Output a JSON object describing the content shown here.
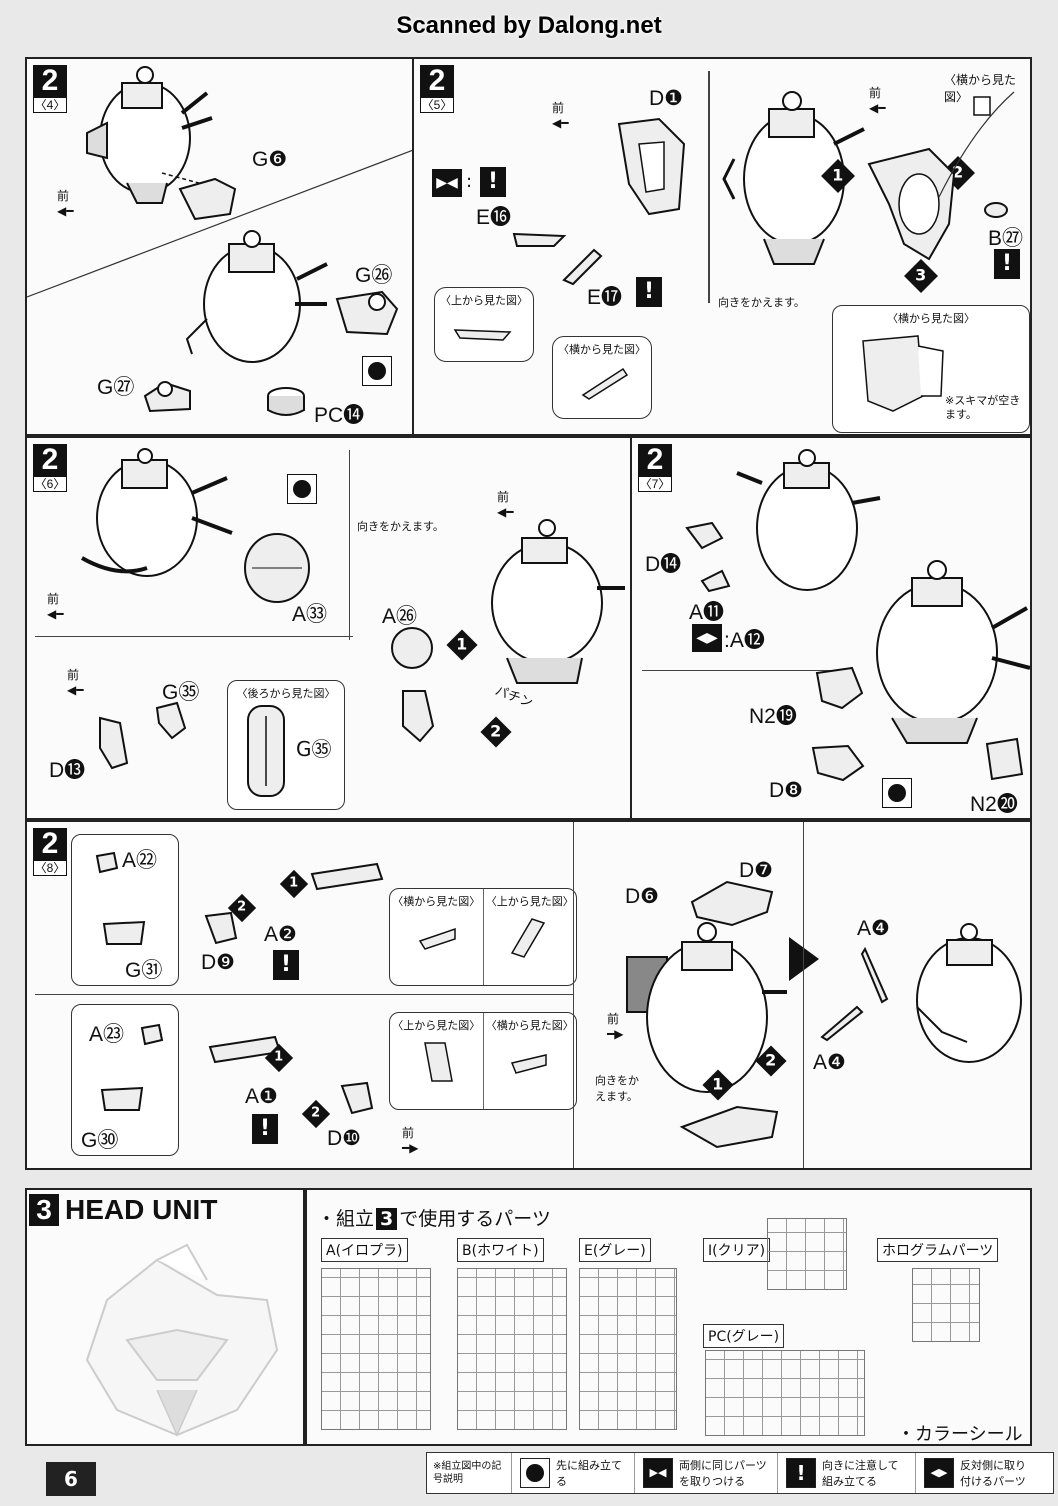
{
  "header": {
    "scan_credit": "Scanned by Dalong.net"
  },
  "steps": {
    "s4": {
      "num": "2",
      "sub": "〈4〉",
      "front": "前",
      "labels": {
        "g6": "G❻",
        "g26": "G㉖",
        "g27": "G㉗",
        "pc14": "PC⓮"
      }
    },
    "s5": {
      "num": "2",
      "sub": "〈5〉",
      "front": "前",
      "labels": {
        "d1": "D❶",
        "e16": "E⓰",
        "e17": "E⓱",
        "b27": "B㉗"
      },
      "sym_colon": ":",
      "view_top": "〈上から見た図〉",
      "view_side": "〈横から見た図〉",
      "view_side2": "〈横から見た図〉",
      "view_side3": "〈横から見た図〉",
      "turn_note": "向きをかえます。",
      "gap_note": "※スキマが空きます。",
      "nums": [
        "1",
        "2",
        "3"
      ]
    },
    "s6": {
      "num": "2",
      "sub": "〈6〉",
      "front": "前",
      "front2": "前",
      "front3": "前",
      "labels": {
        "a33": "A㉝",
        "a26": "A㉖",
        "g35": "G㉟",
        "g35b": "G㉟",
        "d13": "D⓭"
      },
      "view_back": "〈後ろから見た図〉",
      "turn_note": "向きをかえます。",
      "snap": "パチン",
      "nums": [
        "1",
        "2"
      ]
    },
    "s7": {
      "num": "2",
      "sub": "〈7〉",
      "labels": {
        "d14": "D⓮",
        "a11": "A⓫",
        "a12": ":A⓬",
        "n219": "N2⓳",
        "d8": "D❽",
        "n220": "N2⓴"
      }
    },
    "s8": {
      "num": "2",
      "sub": "〈8〉",
      "front": "前",
      "front2": "前",
      "labels": {
        "a22": "A㉒",
        "g31": "G㉛",
        "d9": "D❾",
        "a2": "A❷",
        "a23": "A㉓",
        "g30": "G㉚",
        "a1": "A❶",
        "d10": "D❿",
        "d6": "D❻",
        "d7": "D❼",
        "a4": "A❹",
        "a4b": "A❹"
      },
      "view_side": "〈横から見た図〉",
      "view_top": "〈上から見た図〉",
      "view_top2": "〈上から見た図〉",
      "view_side2": "〈横から見た図〉",
      "turn_note": "向きをかえます。",
      "nums": [
        "1",
        "2"
      ]
    }
  },
  "head_unit": {
    "num": "3",
    "title": "HEAD UNIT",
    "parts_title_pre": "・組立",
    "parts_title_num": "3",
    "parts_title_post": "で使用するパーツ",
    "sprues": [
      {
        "label": "A(イロプラ)"
      },
      {
        "label": "B(ホワイト)"
      },
      {
        "label": "E(グレー)"
      },
      {
        "label": "I(クリア)"
      },
      {
        "label": "PC(グレー)"
      },
      {
        "label": "ホログラムパーツ"
      }
    ],
    "sticker": "・カラーシール"
  },
  "legend": {
    "caption": "※組立図中の記号説明",
    "items": [
      {
        "icon": "pre-assembly-icon",
        "text": "先に組み立てる"
      },
      {
        "icon": "same-parts-both-sides-icon",
        "text": "両側に同じパーツを取りつける"
      },
      {
        "icon": "warning-icon",
        "text": "向きに注意して組み立てる"
      },
      {
        "icon": "opposite-side-parts-icon",
        "text": "反対側に取り付けるパーツ"
      }
    ]
  },
  "page_number": "6"
}
